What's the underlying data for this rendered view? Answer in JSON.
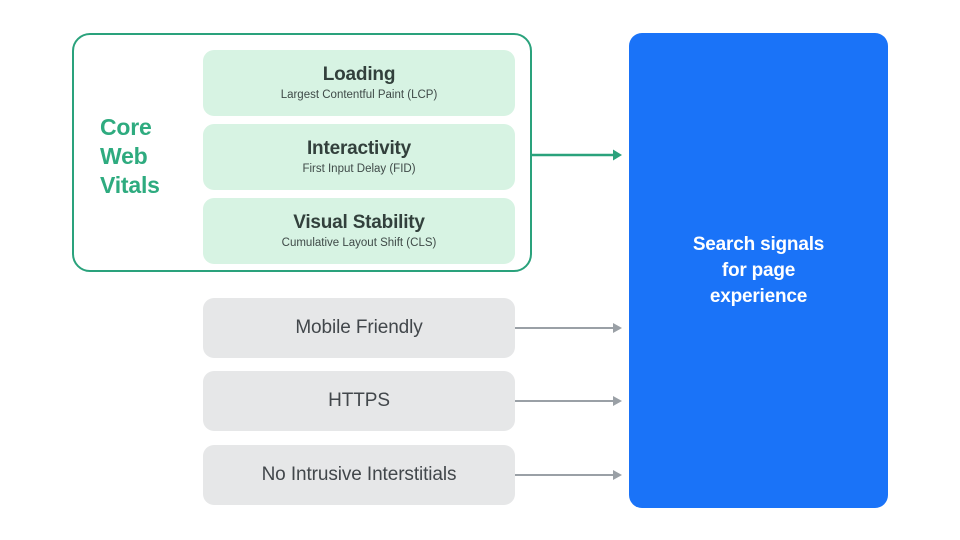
{
  "diagram": {
    "core_web_vitals": {
      "group_label": "Core\nWeb\nVitals",
      "border_color": "#2aa27c",
      "label_color": "#2eab7f",
      "card_bg": "#d7f3e3",
      "vitals": [
        {
          "title": "Loading",
          "subtitle": "Largest Contentful Paint (LCP)"
        },
        {
          "title": "Interactivity",
          "subtitle": "First Input Delay (FID)"
        },
        {
          "title": "Visual Stability",
          "subtitle": "Cumulative Layout Shift (CLS)"
        }
      ]
    },
    "other_signals": {
      "card_bg": "#e6e7e8",
      "text_color": "#42474b",
      "items": [
        {
          "label": "Mobile Friendly"
        },
        {
          "label": "HTTPS"
        },
        {
          "label": "No Intrusive Interstitials"
        }
      ]
    },
    "arrows": {
      "green_color": "#2aa27c",
      "gray_color": "#9aa0a6"
    },
    "output_panel": {
      "text": "Search signals\nfor page\nexperience",
      "background_color": "#1a73f8",
      "text_color": "#ffffff"
    }
  }
}
